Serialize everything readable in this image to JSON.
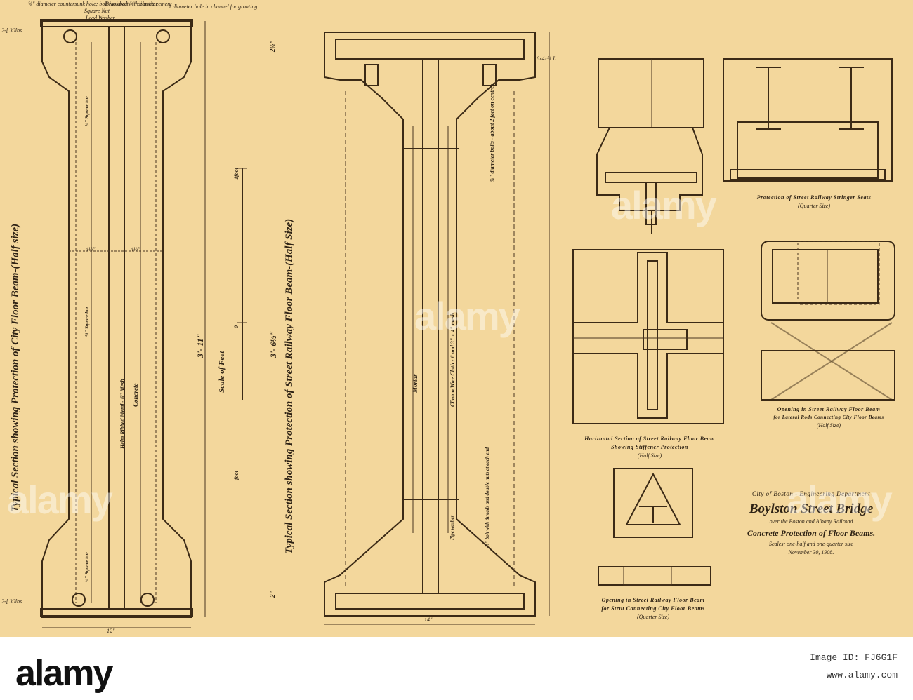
{
  "drawing": {
    "left_title": "Typical Section showing Protection of City Floor Beam-(Half size)",
    "middle_title": "Typical Section showing Protection of Street Railway Floor Beam-(Half Size)",
    "scale_label": "Scale of Feet",
    "scale_left": "0",
    "scale_right": "1foot",
    "scale_foot": "foot",
    "dim_left_height": "3'- 11\"",
    "dim_mid_height": "3'- 6½\"",
    "dim_left_width": "12\"",
    "dim_mid_width": "14\"",
    "dim_half_a": "4½\"",
    "dim_half_b": "4½\"",
    "dim_top": "2½\"",
    "dim_bottom": "2\"",
    "channel_top": "2-[ 30lbs",
    "channel_bottom": "2-[ 30lbs",
    "angle_note": "6x4x⅝ L",
    "note_countersunk": "⅝\" diameter countersunk hole; bolt isolated with elastic cement",
    "note_brass_bolt": "Brass bolt ⅝\" diameter",
    "note_square_nut": "Square Nut",
    "note_lead_washer": "Lead Washer",
    "note_grouting": "1 diameter hole in channel for grouting",
    "note_bolts": "¾\" diameter bolts - about 2 feet on centres",
    "note_mesh": "Helm Ribbed Metal - 6\" Mesh",
    "note_square_bar": "¼\" Square bar",
    "note_square_bar_2": "¼\" Square bar",
    "note_square_bar_3": "¼\" Square bar",
    "note_concrete": "Concrete",
    "note_mortar": "Mortar",
    "note_wire_cloth": "Clinton Wire Cloth - 6 and 3\" x 4\" mesh",
    "note_pipe": "Pipe washer",
    "note_bolt_end": "¾\" bolt with threads and double nuts at each end",
    "cap_stringer": "Protection of Street Railway Stringer Seats",
    "cap_stringer_size": "(Quarter Size)",
    "cap_horizontal": "Horizontal Section of Street Railway Floor Beam",
    "cap_horizontal_2": "Showing Stiffener Protection",
    "cap_horizontal_size": "(Half Size)",
    "cap_lateral": "Opening in Street Railway Floor Beam",
    "cap_lateral_2": "for Lateral Rods Connecting City Floor Beams",
    "cap_lateral_size": "(Half Size)",
    "cap_strut": "Opening in Street Railway Floor Beam",
    "cap_strut_2": "for Strut Connecting City Floor Beams",
    "cap_strut_size": "(Quarter Size)",
    "title_dept": "City of Boston - Engineering Department",
    "title_main": "Boylston Street Bridge",
    "title_over": "over the Boston and Albany Railroad",
    "title_sub": "Concrete Protection of Floor Beams.",
    "title_scales": "Scales; one-half and one-quarter size",
    "title_date": "November 30, 1908."
  },
  "watermark": {
    "text": "alamy"
  },
  "footer": {
    "logo": "alamy",
    "image_id_label": "Image ID: FJ6G1F",
    "url": "www.alamy.com"
  },
  "colors": {
    "paper": "#f3d79c",
    "ink": "#3b2a16",
    "concrete_hatch": "#c9aa6e"
  }
}
